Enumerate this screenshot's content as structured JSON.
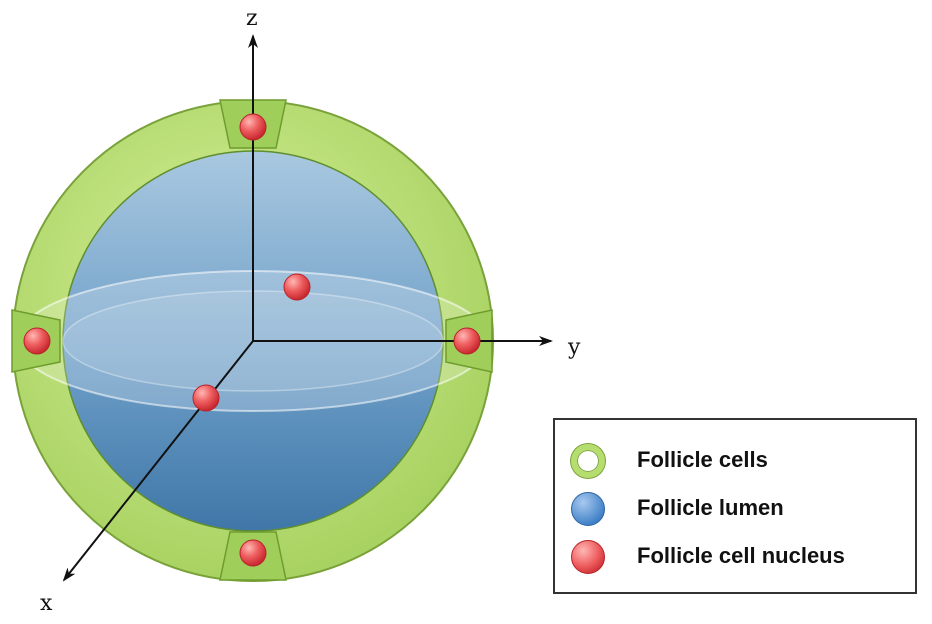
{
  "axes": {
    "z": "z",
    "y": "y",
    "x": "x"
  },
  "legend": [
    {
      "label": "Follicle cells",
      "swatch": "ring"
    },
    {
      "label": "Follicle lumen",
      "swatch": "blue"
    },
    {
      "label": "Follicle cell nucleus",
      "swatch": "red"
    }
  ],
  "colors": {
    "follicle_cells": "#b6de6e",
    "follicle_cells_edge": "#6f9c2e",
    "follicle_lumen": "#6d9ec7",
    "nucleus": "#e3484e"
  }
}
